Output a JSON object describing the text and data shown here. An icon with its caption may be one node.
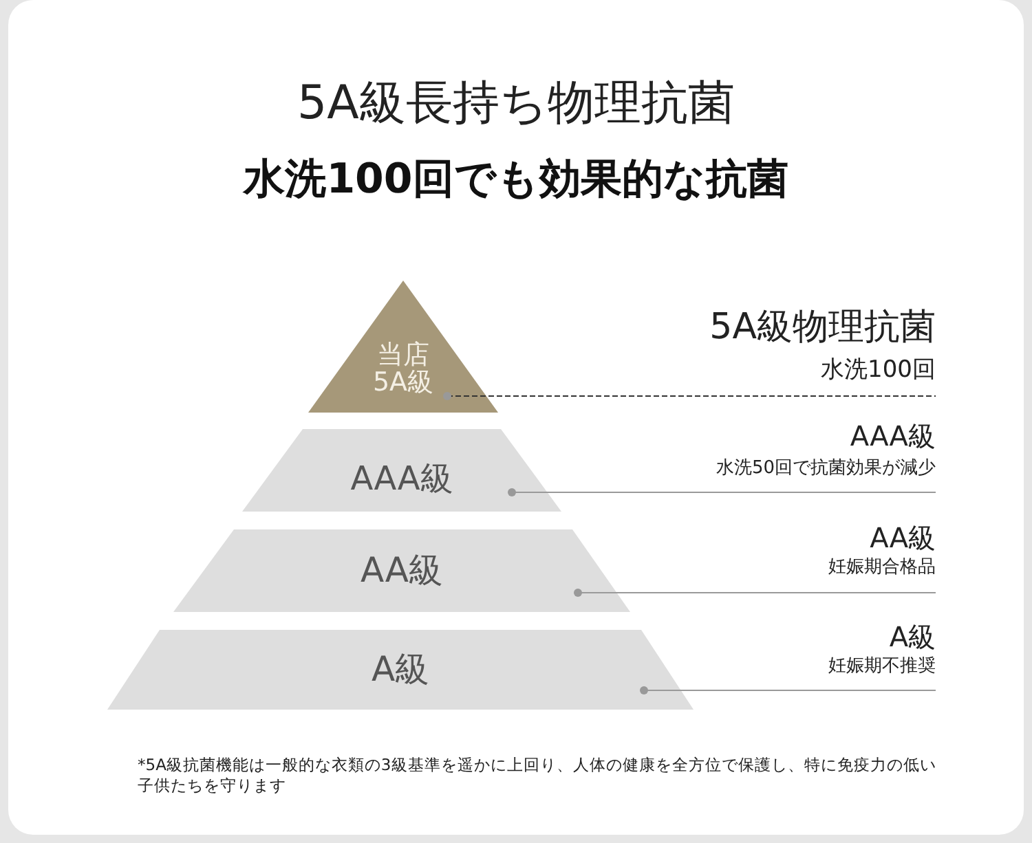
{
  "diagram": {
    "title": "5A級長持ち物理抗菌",
    "caption": "*5A級抗菌機能は一般的な衣類の3級基準を遥かに上回り、人体の健康を全方位で保護し、特に免疫力の低い子供たちを守ります",
    "labels": [
      "水洗100回でも効果的な抗菌"
    ],
    "nodes": [
      {
        "text": [
          "当店",
          "5A級"
        ]
      },
      {
        "text": [
          "AAA級"
        ]
      },
      {
        "text": [
          "AA級"
        ]
      },
      {
        "text": [
          "A級"
        ]
      },
      {
        "text": [
          "5A級物理抗菌",
          "水洗100回"
        ]
      },
      {
        "text": [
          "AAA級",
          "水洗50回で抗菌効果が減少"
        ]
      },
      {
        "text": [
          "AA級",
          "妊娠期合格品"
        ]
      },
      {
        "text": [
          "A級",
          "妊娠期不推奨"
        ]
      }
    ],
    "edges": [
      {
        "from": 0,
        "to": 4,
        "arrow": "other",
        "style": "dashed",
        "color": "#333333"
      },
      {
        "from": 1,
        "to": 5,
        "arrow": "other"
      },
      {
        "from": 2,
        "to": 6,
        "arrow": "other"
      },
      {
        "from": 3,
        "to": 7,
        "arrow": "other"
      }
    ]
  }
}
